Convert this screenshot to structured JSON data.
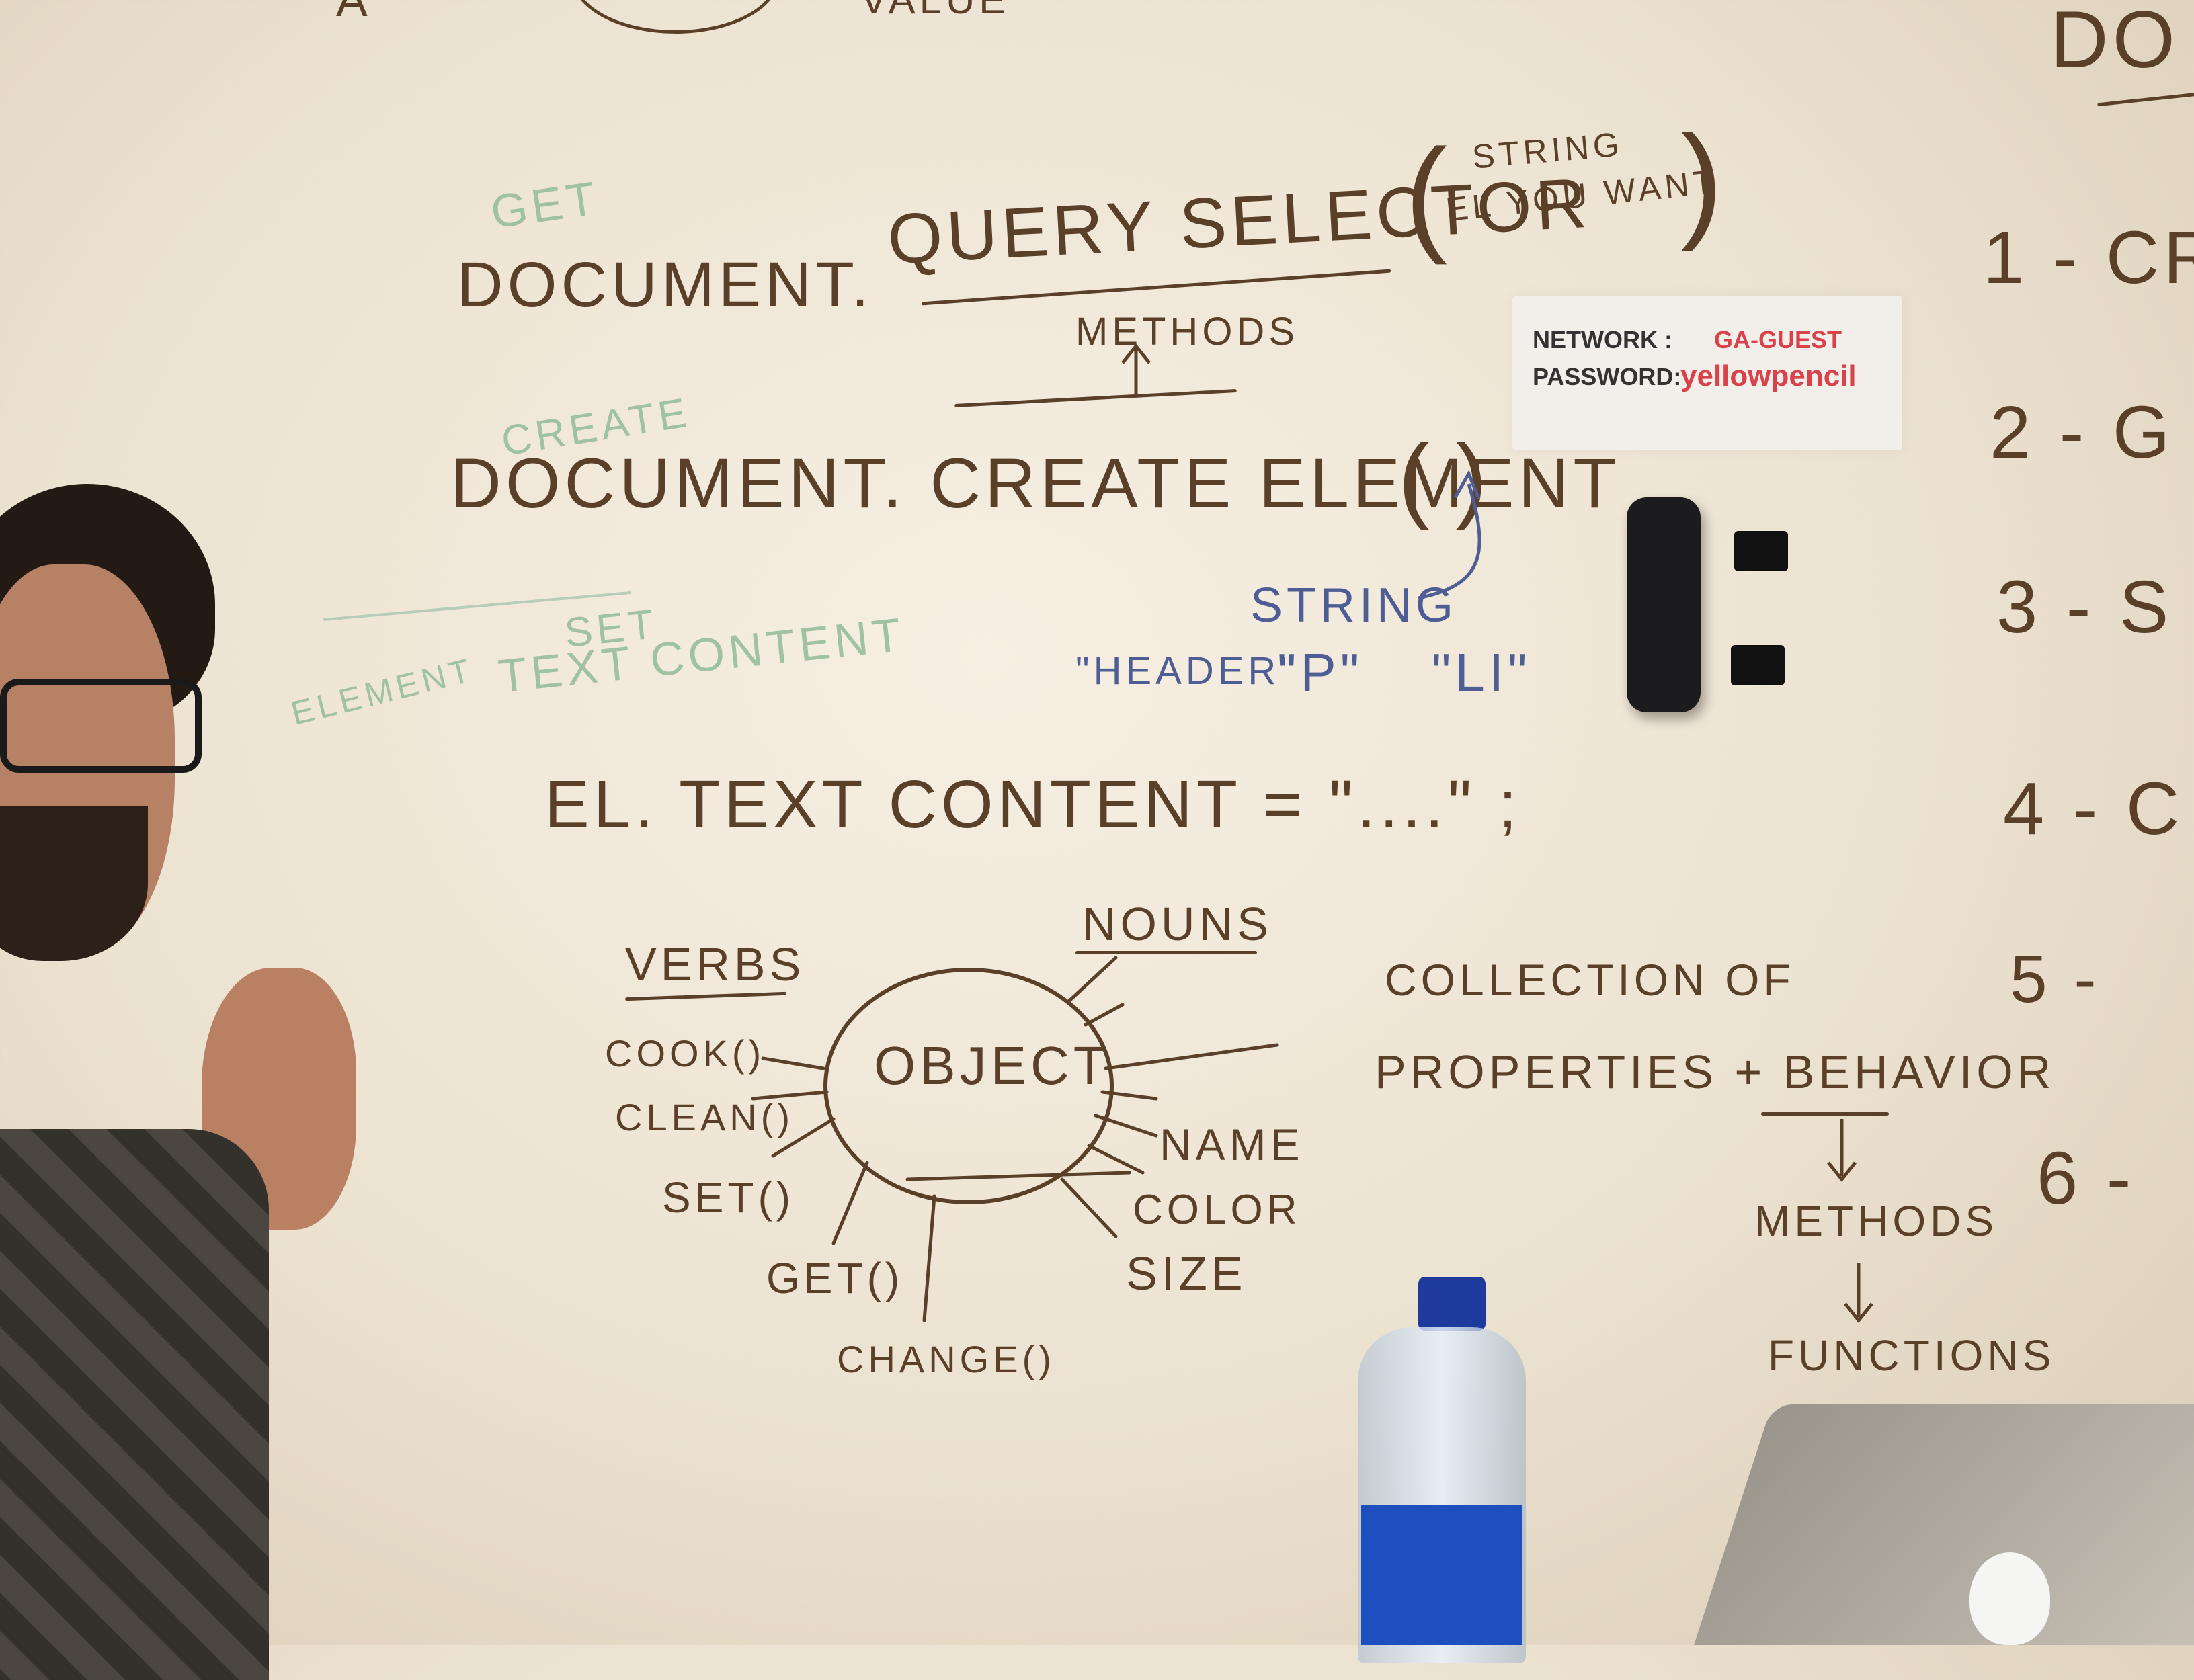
{
  "top": {
    "fragment_left": "A",
    "fragment_value": "VALUE"
  },
  "right_heading": "DO",
  "right_list": [
    "1 - CR",
    "2 - G",
    "3 - S",
    "4 - C",
    "5 -",
    "6 -"
  ],
  "line1": {
    "label": "GET",
    "code": "DOCUMENT.",
    "method": "QUERY SELECTOR",
    "paren_open": "(",
    "arg_line1": "STRING",
    "arg_line2": "EL YOU WANT",
    "paren_close": ")"
  },
  "methods_label": "METHODS",
  "line2": {
    "label": "CREATE",
    "code": "DOCUMENT. CREATE ELEMENT",
    "args": "( )"
  },
  "string_label": "STRING",
  "string_examples": [
    "\"HEADER\"",
    "\"P\"",
    "\"LI\""
  ],
  "green_note": {
    "part1": "ELEMENT",
    "part2": "SET",
    "part3": "TEXT CONTENT"
  },
  "line3": "EL. TEXT CONTENT = \"....\" ;",
  "wifi": {
    "network_label": "NETWORK :",
    "network_value": "GA-GUEST",
    "password_label": "PASSWORD:",
    "password_value": "yellowpencil"
  },
  "object_diagram": {
    "center": "OBJECT",
    "verbs_heading": "VERBS",
    "nouns_heading": "NOUNS",
    "verbs": [
      "COOK()",
      "CLEAN()",
      "SET()",
      "GET()",
      "CHANGE()"
    ],
    "nouns": [
      "NAME",
      "COLOR",
      "SIZE"
    ]
  },
  "definition": {
    "line1": "COLLECTION OF",
    "line2": "PROPERTIES + BEHAVIOR",
    "step1": "METHODS",
    "step2": "FUNCTIONS"
  },
  "colors": {
    "board": "#f3ecdf",
    "marker_brown": "#5b4029",
    "marker_green": "#9fc2a3",
    "marker_blue": "#4f5d95",
    "wifi_red": "#d9424a"
  }
}
